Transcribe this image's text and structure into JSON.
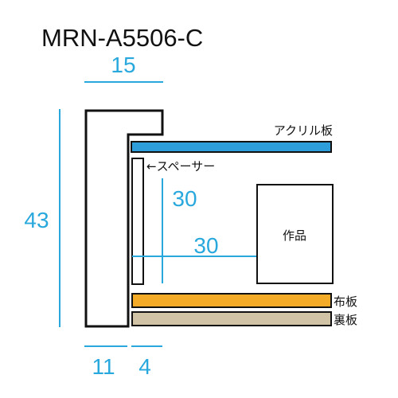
{
  "title": "MRN-A5506-C",
  "dimensions": {
    "top_width": "15",
    "total_height": "43",
    "bottom_left": "11",
    "bottom_right": "4",
    "spacer_height": "30",
    "spacer_width": "30"
  },
  "labels": {
    "acrylic": "アクリル板",
    "spacer": "←スペーサー",
    "artwork": "作品",
    "cloth_board": "布板",
    "back_board": "裏板"
  },
  "colors": {
    "dimension": "#29a8dd",
    "acrylic": "#2e9edb",
    "cloth_board": "#f4ab27",
    "back_board": "#d1c3a5",
    "outline": "#111111"
  }
}
